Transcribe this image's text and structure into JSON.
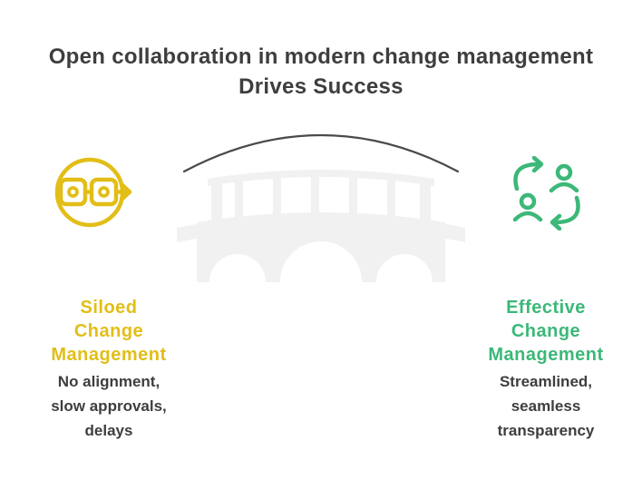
{
  "title": {
    "line1": "Open collaboration in modern change management",
    "line2": "Drives Success"
  },
  "left_side": {
    "icon": "workflow-pipeline-icon",
    "label_lines": [
      "Siloed",
      "Change",
      "Management"
    ],
    "description_lines": [
      "No alignment,",
      "slow approvals,",
      "delays"
    ]
  },
  "right_side": {
    "icon": "people-exchange-icon",
    "label_lines": [
      "Effective",
      "Change",
      "Management"
    ],
    "description_lines": [
      "Streamlined,",
      "seamless",
      "transparency"
    ]
  },
  "bridge": {
    "illustration": "arched-stone-bridge",
    "overlay": "gap-arc"
  },
  "colors": {
    "text": "#3E3E3E",
    "yellow": "#E2BE17",
    "green": "#3CB878",
    "bridge": "#F1F1F1",
    "arc": "#4A4A4A",
    "background": "#FFFFFF"
  }
}
